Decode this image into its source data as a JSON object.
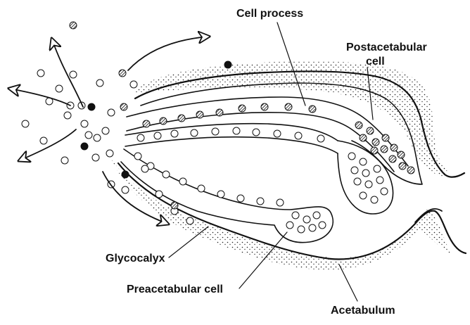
{
  "labels": {
    "cell_process": "Cell process",
    "postacetabular_line1": "Postacetabular",
    "postacetabular_line2": "cell",
    "glycocalyx": "Glycocalyx",
    "preacetabular": "Preacetabular cell",
    "acetabulum": "Acetabulum"
  },
  "legend_colors": {
    "line": "#111111",
    "background": "#ffffff",
    "dark_granule": "#222222",
    "light_granule": "#ffffff"
  },
  "icons": [
    "secretion-arrow-icon"
  ]
}
